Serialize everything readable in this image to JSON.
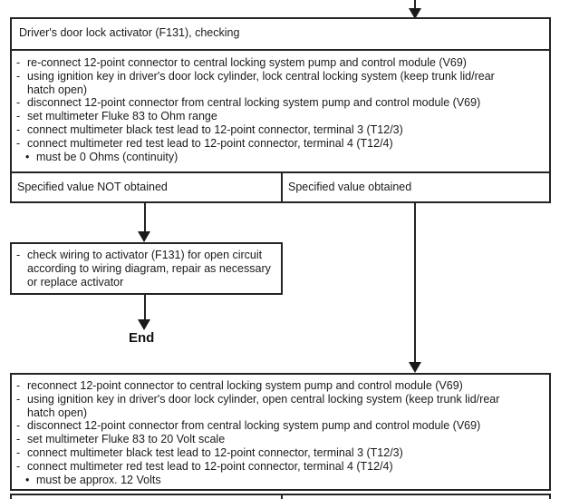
{
  "page": {
    "type": "repair-manual-flowchart",
    "ink_color": "#1a1a1a",
    "background_color": "#ffffff"
  },
  "flowchart": {
    "title": "Driver's door lock activator (F131), checking",
    "procedure1": {
      "lines": [
        {
          "marker": "-",
          "text": "re-connect 12-point connector to central locking system pump and control module (V69)"
        },
        {
          "marker": "-",
          "text": "using ignition key in driver's door lock cylinder, lock central locking system (keep trunk lid/rear"
        },
        {
          "marker": "",
          "text": "hatch open)"
        },
        {
          "marker": "-",
          "text": "disconnect 12-point connector from central locking system pump and control module (V69)"
        },
        {
          "marker": "-",
          "text": "set multimeter Fluke 83 to Ohm range"
        },
        {
          "marker": "-",
          "text": "connect multimeter black test lead to 12-point connector, terminal 3 (T12/3)"
        },
        {
          "marker": "-",
          "text": "connect multimeter red test lead to 12-point connector, terminal 4 (T12/4)"
        },
        {
          "marker": "•",
          "text": "must be 0 Ohms (continuity)"
        }
      ]
    },
    "decision": {
      "left": "Specified value NOT obtained",
      "right": "Specified value obtained"
    },
    "action_box": {
      "lines": [
        {
          "marker": "-",
          "text": "check wiring to activator (F131) for open circuit"
        },
        {
          "marker": "",
          "text": "according to wiring diagram, repair as necessary"
        },
        {
          "marker": "",
          "text": "or replace activator"
        }
      ]
    },
    "end_label": "End",
    "procedure2": {
      "lines": [
        {
          "marker": "-",
          "text": "reconnect 12-point connector to central locking system pump and control module (V69)"
        },
        {
          "marker": "-",
          "text": "using ignition key in driver's door lock cylinder, open central locking system (keep trunk lid/rear"
        },
        {
          "marker": "",
          "text": "hatch open)"
        },
        {
          "marker": "-",
          "text": "disconnect 12-point connector from central locking system pump and control module (V69)"
        },
        {
          "marker": "-",
          "text": "set multimeter Fluke 83 to 20 Volt scale"
        },
        {
          "marker": "-",
          "text": "connect multimeter black test lead to 12-point connector, terminal 3 (T12/3)"
        },
        {
          "marker": "-",
          "text": "connect multimeter red test lead to 12-point connector, terminal 4 (T12/4)"
        },
        {
          "marker": "•",
          "text": "must be approx. 12 Volts"
        }
      ]
    }
  }
}
